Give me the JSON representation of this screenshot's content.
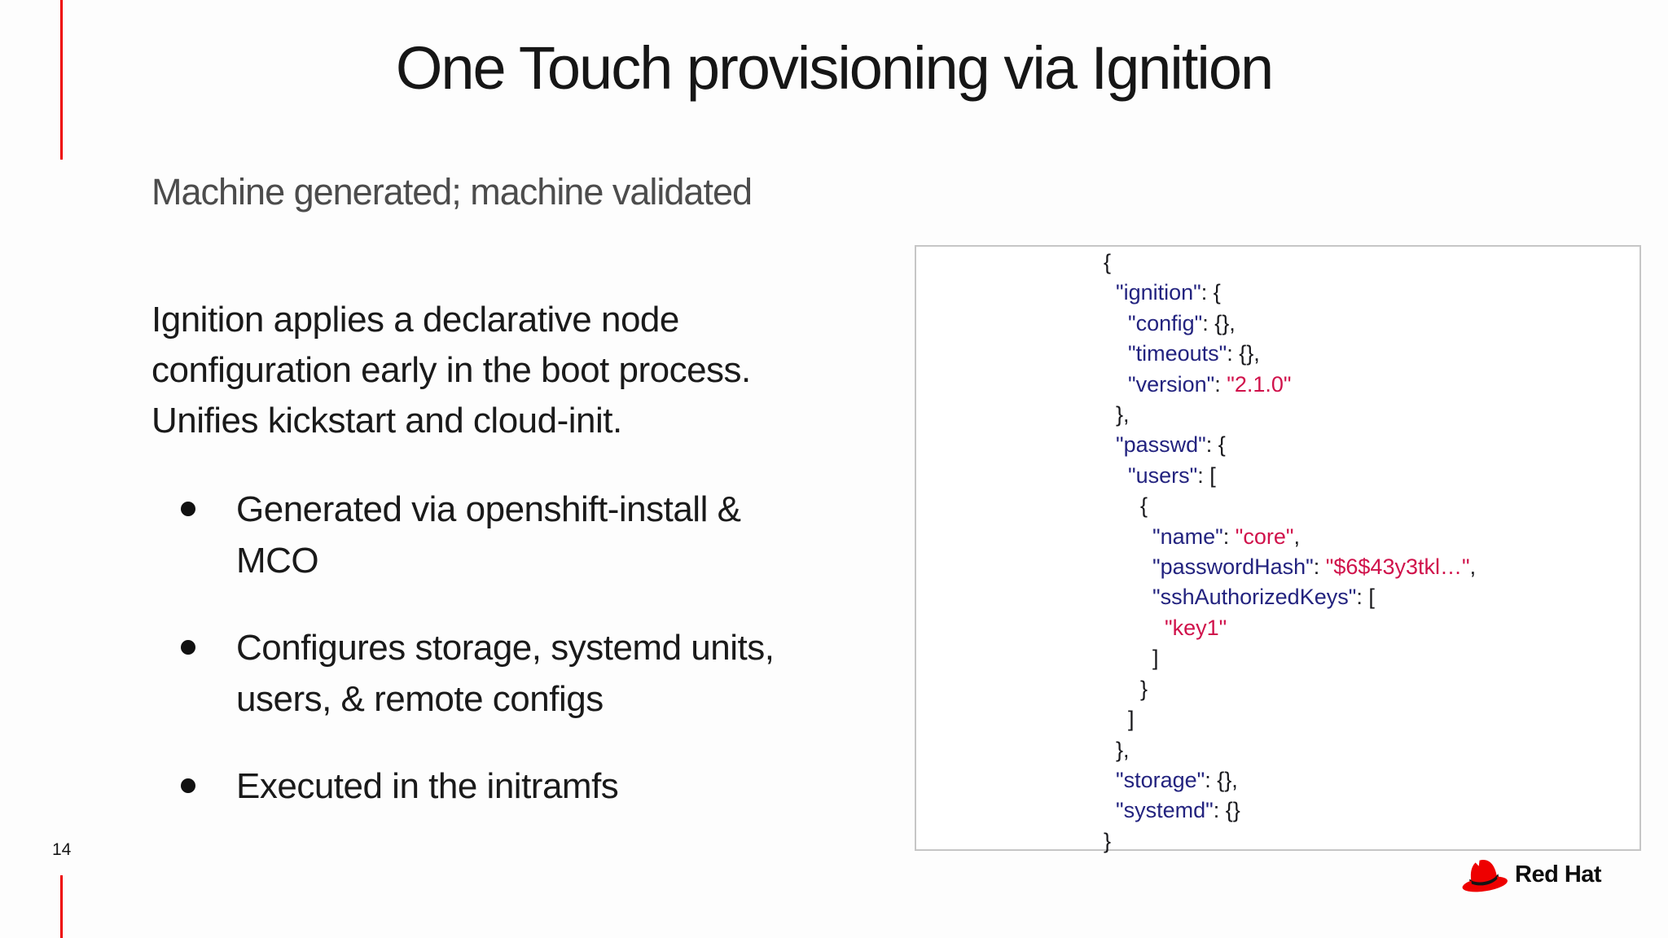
{
  "slide": {
    "title": "One Touch provisioning via Ignition",
    "subtitle": "Machine generated; machine validated",
    "page_number": "14",
    "accent_color": "#ee0000",
    "text_color": "#1a1a1a",
    "subtitle_color": "#4c4c4c"
  },
  "paragraph": {
    "lines": [
      "Ignition applies a declarative node",
      "configuration early in the boot process.",
      "Unifies kickstart and cloud-init."
    ]
  },
  "bullets": [
    {
      "lines": [
        "Generated via openshift-install &",
        "MCO"
      ]
    },
    {
      "lines": [
        "Configures storage, systemd units,",
        "users, & remote configs"
      ]
    },
    {
      "lines": [
        "Executed in the initramfs"
      ]
    }
  ],
  "code_block": {
    "border_color": "#c6c6c6",
    "key_color": "#23237f",
    "value_color": "#d0124b",
    "punct_color": "#18181c",
    "lines": [
      [
        [
          "p",
          "{"
        ]
      ],
      [
        [
          "p",
          "  "
        ],
        [
          "k",
          "\"ignition\""
        ],
        [
          "p",
          ": {"
        ]
      ],
      [
        [
          "p",
          "    "
        ],
        [
          "k",
          "\"config\""
        ],
        [
          "p",
          ": {},"
        ]
      ],
      [
        [
          "p",
          "    "
        ],
        [
          "k",
          "\"timeouts\""
        ],
        [
          "p",
          ": {},"
        ]
      ],
      [
        [
          "p",
          "    "
        ],
        [
          "k",
          "\"version\""
        ],
        [
          "p",
          ": "
        ],
        [
          "v",
          "\"2.1.0\""
        ]
      ],
      [
        [
          "p",
          "  },"
        ]
      ],
      [
        [
          "p",
          "  "
        ],
        [
          "k",
          "\"passwd\""
        ],
        [
          "p",
          ": {"
        ]
      ],
      [
        [
          "p",
          "    "
        ],
        [
          "k",
          "\"users\""
        ],
        [
          "p",
          ": ["
        ]
      ],
      [
        [
          "p",
          "      {"
        ]
      ],
      [
        [
          "p",
          "        "
        ],
        [
          "k",
          "\"name\""
        ],
        [
          "p",
          ": "
        ],
        [
          "v",
          "\"core\""
        ],
        [
          "p",
          ","
        ]
      ],
      [
        [
          "p",
          "        "
        ],
        [
          "k",
          "\"passwordHash\""
        ],
        [
          "p",
          ": "
        ],
        [
          "v",
          "\"$6$43y3tkl…\""
        ],
        [
          "p",
          ","
        ]
      ],
      [
        [
          "p",
          "        "
        ],
        [
          "k",
          "\"sshAuthorizedKeys\""
        ],
        [
          "p",
          ": ["
        ]
      ],
      [
        [
          "p",
          "          "
        ],
        [
          "v",
          "\"key1\""
        ]
      ],
      [
        [
          "p",
          "        ]"
        ]
      ],
      [
        [
          "p",
          "      }"
        ]
      ],
      [
        [
          "p",
          "    ]"
        ]
      ],
      [
        [
          "p",
          "  },"
        ]
      ],
      [
        [
          "p",
          "  "
        ],
        [
          "k",
          "\"storage\""
        ],
        [
          "p",
          ": {},"
        ]
      ],
      [
        [
          "p",
          "  "
        ],
        [
          "k",
          "\"systemd\""
        ],
        [
          "p",
          ": {}"
        ]
      ],
      [
        [
          "p",
          "}"
        ]
      ]
    ]
  },
  "logo": {
    "text": "Red Hat",
    "icon": "red-fedora-hat",
    "hat_red": "#ee0000",
    "band_black": "#151515"
  }
}
